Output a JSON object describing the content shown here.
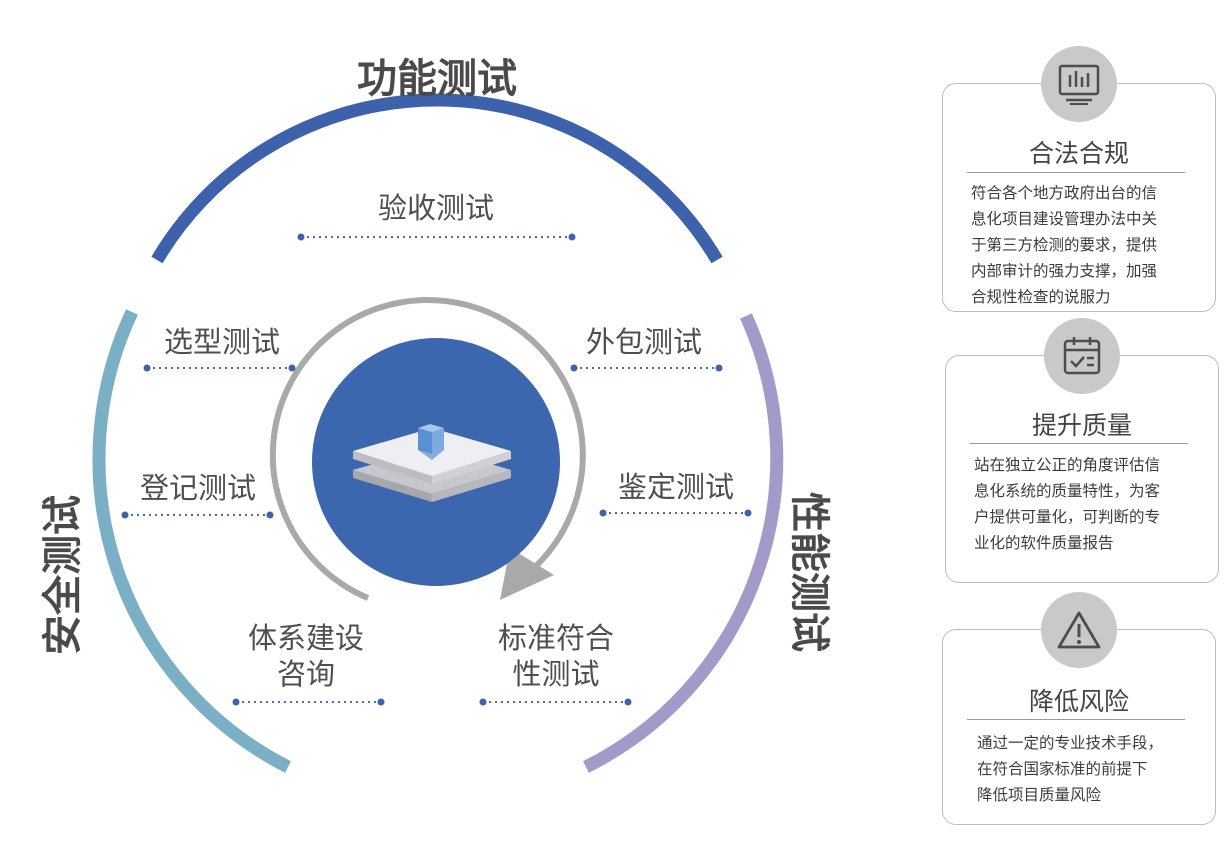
{
  "diagram": {
    "arcs": {
      "functional": "功能测试",
      "security": "安全测试",
      "performance": "性能测试"
    },
    "items": {
      "acceptance": "验收测试",
      "selection": "选型测试",
      "outsourcing": "外包测试",
      "registration": "登记测试",
      "appraisal": "鉴定测试",
      "system_line1": "体系建设",
      "system_line2": "咨询",
      "standard_line1": "标准符合",
      "standard_line2": "性测试"
    },
    "colors": {
      "functional_arc": "#3d62ab",
      "security_arc": "#7aafc5",
      "performance_arc": "#a39ac9",
      "center_circle": "#3c66ad",
      "cycle_arrow": "#a9a9a9"
    }
  },
  "cards": [
    {
      "icon": "monitor-chart-icon",
      "title": "合法合规",
      "lines": [
        "符合各个地方政府出台的信",
        "息化项目建设管理办法中关",
        "于第三方检测的要求，提供",
        "内部审计的强力支撑，加强",
        "合规性检查的说服力"
      ]
    },
    {
      "icon": "calendar-check-icon",
      "title": "提升质量",
      "lines": [
        "站在独立公正的角度评估信",
        "息化系统的质量特性，为客",
        "户提供可量化，可判断的专",
        "业化的软件质量报告"
      ]
    },
    {
      "icon": "warning-triangle-icon",
      "title": "降低风险",
      "lines": [
        "通过一定的专业技术手段，",
        "在符合国家标准的前提下",
        "降低项目质量风险"
      ]
    }
  ]
}
